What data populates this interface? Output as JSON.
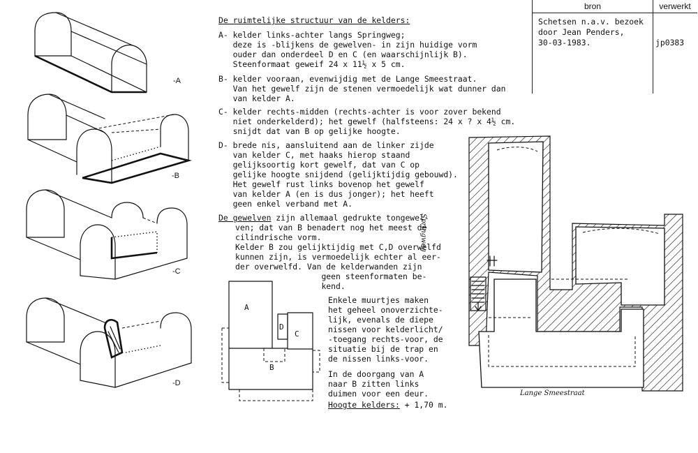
{
  "header_box": {
    "col_source": "bron",
    "col_processed": "verwerkt",
    "source_lines": [
      "Schetsen n.a.v. bezoek",
      "door Jean Penders,",
      "30-03-1983."
    ],
    "code": "jp0383"
  },
  "sketch_labels": [
    "-A",
    "-B",
    "-C",
    "-D"
  ],
  "text": {
    "heading": "De ruimtelijke structuur van de kelders:",
    "a_lines": [
      "A- kelder links-achter langs Springweg;",
      "   deze is -blijkens de gewelven- in zijn huidige vorm",
      "   ouder dan onderdeel D en C (en waarschijnlijk B).",
      "   Steenformaat geweif 24 x 11½ x 5 cm."
    ],
    "b_lines": [
      "B- kelder vooraan, evenwijdig met de Lange Smeestraat.",
      "   Van het gewelf zijn de stenen vermoedelijk wat dunner dan",
      "   van kelder A."
    ],
    "c_lines": [
      "C- kelder rechts-midden (rechts-achter is voor zover bekend",
      "   niet onderkelderd); het gewelf (halfsteens: 24 x ? x 4½ cm.",
      "   snijdt dat van B op gelijke hoogte."
    ],
    "d_lines": [
      "D- brede nis, aansluitend aan de linker zijde",
      "   van kelder C, met haaks hierop staand",
      "   gelijksoortig kort gewelf, dat van C op",
      "   gelijke hoogte snijdend (gelijktijdig gebouwd).",
      "   Het gewelf rust links bovenop het gewelf",
      "   van kelder A (en is dus jonger); het heeft",
      "   geen enkel verband met A."
    ],
    "gew_first_underlined": "De gewelven",
    "gew_first_rest": " zijn allemaal gedrukte tongewel-",
    "gew_lines": [
      "ven; dat van B benadert nog het meest de",
      "cilindrische vorm.",
      "Kelder B zou gelijktijdig met C,D overwelfd",
      "kunnen zijn, is vermoedelijk echter al eer-",
      "der overwelfd. Van de kelderwanden zijn",
      "                  geen steenformaten be-",
      "                  kend."
    ],
    "muur_lines": [
      "Enkele muurtjes maken",
      "het geheel onoverzichte-",
      "lijk, evenals de diepe",
      "nissen voor kelderlicht/",
      "-toegang rechts-voor, de",
      "situatie bij de trap en",
      "de nissen links-voor."
    ],
    "door_lines": [
      "In de doorgang van A",
      "naar B zitten links",
      "duimen voor een deur."
    ],
    "height_label": "Hoogte kelders:",
    "height_value": " + 1,70 m."
  },
  "small_plan": {
    "labels": [
      "A",
      "D",
      "C",
      "B"
    ]
  },
  "plan": {
    "street_left": "Springweg",
    "street_bottom": "Lange Smeestraat"
  }
}
